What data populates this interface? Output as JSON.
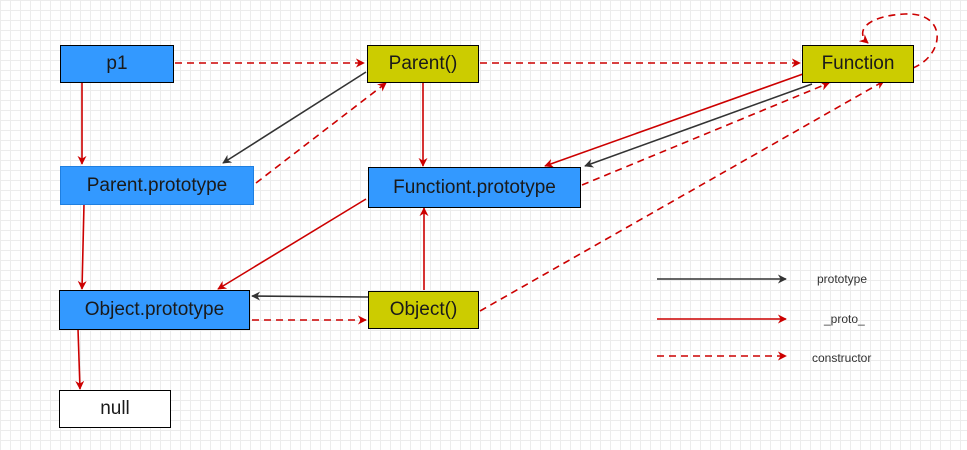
{
  "diagram": {
    "nodes": {
      "p1": "p1",
      "parent_fn": "Parent()",
      "function": "Function",
      "parent_prototype": "Parent.prototype",
      "function_prototype": "Functiont.prototype",
      "object_prototype": "Object.prototype",
      "object_fn": "Object()",
      "null": "null"
    },
    "legend": {
      "prototype": "prototype",
      "proto": "_proto_",
      "constructor": "constructor"
    },
    "colors": {
      "prototype_edge": "#333333",
      "proto_edge": "#cc0000",
      "constructor_edge": "#cc0000",
      "constructor_node": "#cccc00",
      "prototype_node": "#3399ff"
    }
  }
}
